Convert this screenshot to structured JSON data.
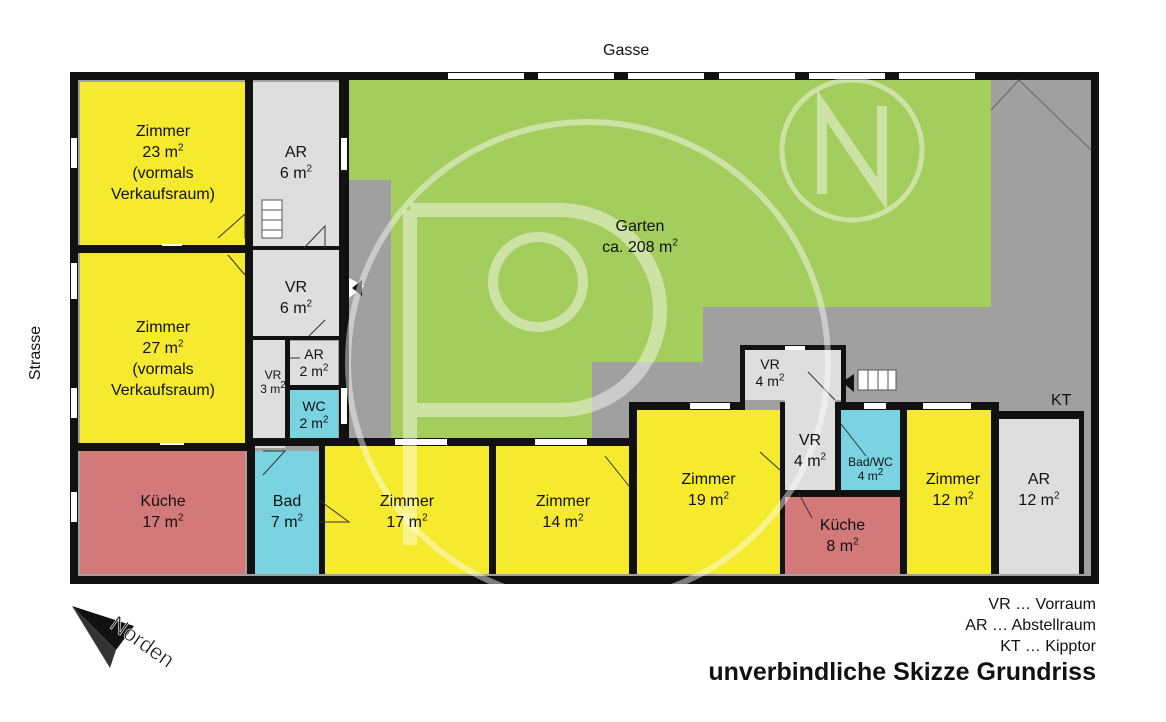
{
  "street_top": "Gasse",
  "street_left": "Strasse",
  "kt_marker": "KT",
  "rooms": {
    "zimmer23": {
      "name": "Zimmer",
      "area": "23 m2",
      "note1": "(vormals",
      "note2": "Verkaufsraum)"
    },
    "ar6": {
      "name": "AR",
      "area": "6 m2"
    },
    "garten": {
      "name": "Garten",
      "area": "ca. 208 m2"
    },
    "vr6": {
      "name": "VR",
      "area": "6 m2"
    },
    "zimmer27": {
      "name": "Zimmer",
      "area": "27 m2",
      "note1": "(vormals",
      "note2": "Verkaufsraum)"
    },
    "vr3": {
      "name": "VR",
      "area": "3 m2"
    },
    "ar2": {
      "name": "AR",
      "area": "2 m2"
    },
    "wc2": {
      "name": "WC",
      "area": "2 m2"
    },
    "kueche17": {
      "name": "Küche",
      "area": "17 m2"
    },
    "bad7": {
      "name": "Bad",
      "area": "7 m2"
    },
    "zimmer17": {
      "name": "Zimmer",
      "area": "17 m2"
    },
    "zimmer14": {
      "name": "Zimmer",
      "area": "14 m2"
    },
    "vr4top": {
      "name": "VR",
      "area": "4 m2"
    },
    "zimmer19": {
      "name": "Zimmer",
      "area": "19 m2"
    },
    "vr4": {
      "name": "VR",
      "area": "4 m2"
    },
    "badwc4": {
      "name": "Bad/WC",
      "area": "4 m2"
    },
    "kueche8": {
      "name": "Küche",
      "area": "8 m2"
    },
    "zimmer12": {
      "name": "Zimmer",
      "area": "12 m2"
    },
    "ar12": {
      "name": "AR",
      "area": "12 m2"
    }
  },
  "legend": [
    "VR … Vorraum",
    "AR … Abstellraum",
    "KT … Kipptor"
  ],
  "caption": "unverbindliche Skizze Grundriss",
  "north_label": "Norden",
  "colors": {
    "wall": "#111111",
    "zimmer": "#f5ea2e",
    "kueche": "#d4797a",
    "bad": "#7ad3e0",
    "garten": "#a3cd5c",
    "gray_area": "#a0a0a0",
    "nebenraum": "#dedede"
  }
}
